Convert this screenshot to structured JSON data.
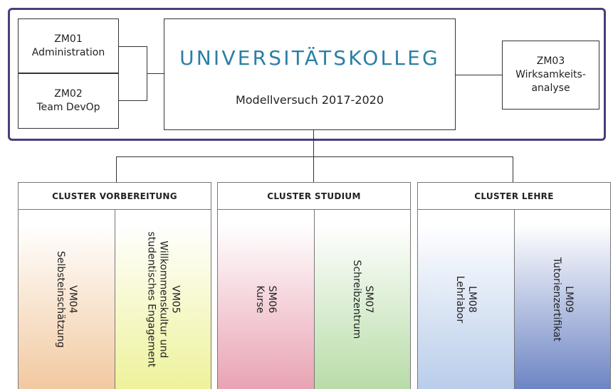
{
  "header": {
    "zm01": {
      "code": "ZM01",
      "label": "Administration"
    },
    "zm02": {
      "code": "ZM02",
      "label": "Team DevOp"
    },
    "zm03": {
      "code": "ZM03",
      "label_line1": "Wirksamkeits-",
      "label_line2": "analyse"
    },
    "main": {
      "title": "UNIVERSITÄTSKOLLEG",
      "subtitle": "Modellversuch 2017-2020"
    }
  },
  "clusters": [
    {
      "title": "CLUSTER VORBEREITUNG",
      "modules": [
        {
          "code": "VM04",
          "lines": [
            "Selbsteinschätzung"
          ]
        },
        {
          "code": "VM05",
          "lines": [
            "Willkommenskultur und",
            "studentisches Engagement"
          ]
        }
      ]
    },
    {
      "title": "CLUSTER STUDIUM",
      "modules": [
        {
          "code": "SM06",
          "lines": [
            "Kurse"
          ]
        },
        {
          "code": "SM07",
          "lines": [
            "Schreibzentrum"
          ]
        }
      ]
    },
    {
      "title": "CLUSTER LEHRE",
      "modules": [
        {
          "code": "LM08",
          "lines": [
            "Lehrlabor"
          ]
        },
        {
          "code": "LM09",
          "lines": [
            "Tutorienzertifikat"
          ]
        }
      ]
    }
  ],
  "colors": {
    "frame": "#4a3d7e",
    "title": "#2a7fa6",
    "gradients": [
      "#f2c9a0",
      "#eef29a",
      "#e9a3b3",
      "#b8dca8",
      "#b9cdea",
      "#6d85c4"
    ]
  }
}
